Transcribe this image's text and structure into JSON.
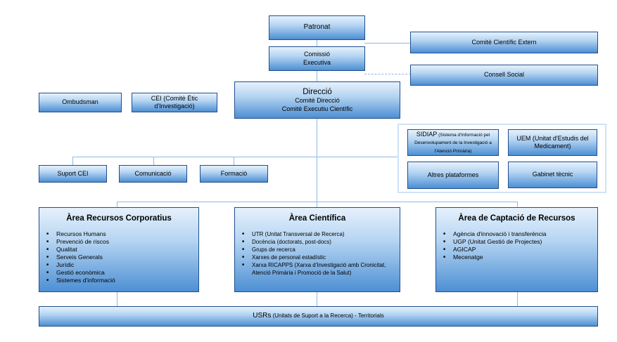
{
  "patronat": "Patronat",
  "comite_extern": "Comitè Científic Extern",
  "comissio": [
    "Comissió",
    "Executiva"
  ],
  "consell_social": "Consell Social",
  "direccio": {
    "title": "Direcció",
    "line1": "Comitè Direcció",
    "line2": "Comitè Executiu Científic"
  },
  "ombudsman": "Ombudsman",
  "cei": [
    "CEI (Comitè Ètic",
    "d'Investigació)"
  ],
  "sidiap": {
    "main": "SIDIAP",
    "small": " (Sistema d'Informació pel Desenvolupament de la Investigació a l'Atenció Primària)"
  },
  "uem": "UEM (Unitat d'Estudis del Medicament)",
  "altres": "Altres plataformes",
  "gabinet": "Gabinet tècnic",
  "suport_cei": "Suport CEI",
  "comunicacio": "Comunicació",
  "formacio": "Formació",
  "area_corporatius": {
    "title": "Àrea Recursos Corporatius",
    "items": [
      "Recursos Humans",
      "Prevenció de riscos",
      "Qualitat",
      "Serveis Generals",
      "Jurídic",
      "Gestió econòmica",
      "Sistemes d'informació"
    ]
  },
  "area_cientifica": {
    "title": "Àrea Científica",
    "items": [
      "UTR (Unitat Transversal de Recerca)",
      "Docència (doctorats, post-docs)",
      "Grups de recerca",
      "Xarxes de personal estadístic",
      "Xarxa RICAPPS (Xarxa d'Investigació amb Cronicitat, Atenció Primària i Promoció de la Salut)"
    ]
  },
  "area_captacio": {
    "title": "Àrea de Captació de Recursos",
    "items": [
      "Agència d'innovació i transferència",
      "UGP (Unitat Gestió de Projectes)",
      "AGICAP",
      "Mecenatge"
    ]
  },
  "usrs": {
    "main": "USRs",
    "rest": " (Unitats de Suport a la Recerca) - Territorials"
  }
}
